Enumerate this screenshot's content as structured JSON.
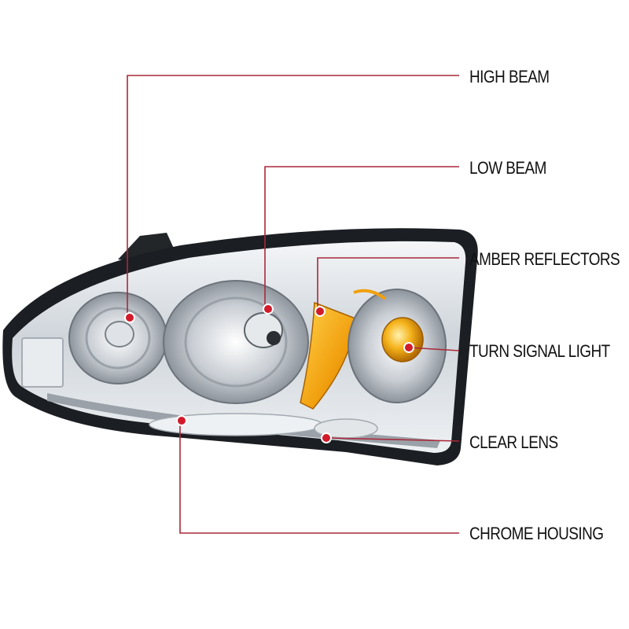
{
  "diagram": {
    "colors": {
      "line": "#a9293a",
      "dot": "#d11a2a",
      "label": "#111111",
      "background": "#ffffff",
      "amber": "#f1a00f",
      "chrome": "#cfd4d9",
      "housing_edge": "#1b1e22"
    },
    "callouts": [
      {
        "id": "high-beam",
        "label": "HIGH BEAM"
      },
      {
        "id": "low-beam",
        "label": "LOW BEAM"
      },
      {
        "id": "amber-reflectors",
        "label": "AMBER REFLECTORS"
      },
      {
        "id": "turn-signal-light",
        "label": "TURN SIGNAL LIGHT"
      },
      {
        "id": "clear-lens",
        "label": "CLEAR LENS"
      },
      {
        "id": "chrome-housing",
        "label": "CHROME HOUSING"
      }
    ]
  }
}
